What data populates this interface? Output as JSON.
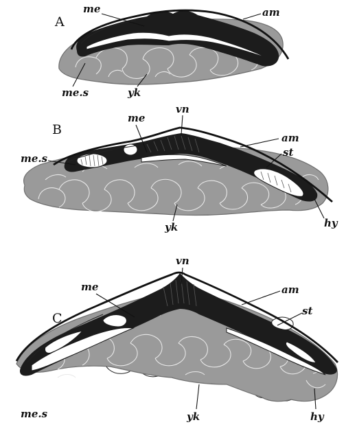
{
  "panels": [
    {
      "id": "A",
      "letter": "A",
      "labels": {
        "me": "me",
        "am": "am",
        "mes": "me.s",
        "yk": "yk"
      }
    },
    {
      "id": "B",
      "letter": "B",
      "labels": {
        "vn": "vn",
        "me": "me",
        "am": "am",
        "mes": "me.s",
        "st": "st",
        "yk": "yk",
        "hy": "hy"
      }
    },
    {
      "id": "C",
      "letter": "C",
      "labels": {
        "vn": "vn",
        "me": "me",
        "am": "am",
        "st": "st",
        "mes": "me.s",
        "yk": "yk",
        "hy": "hy"
      }
    }
  ],
  "colors": {
    "yolk": "#9a9a9a",
    "tissue": "#1c1c1c",
    "background": "#ffffff"
  }
}
